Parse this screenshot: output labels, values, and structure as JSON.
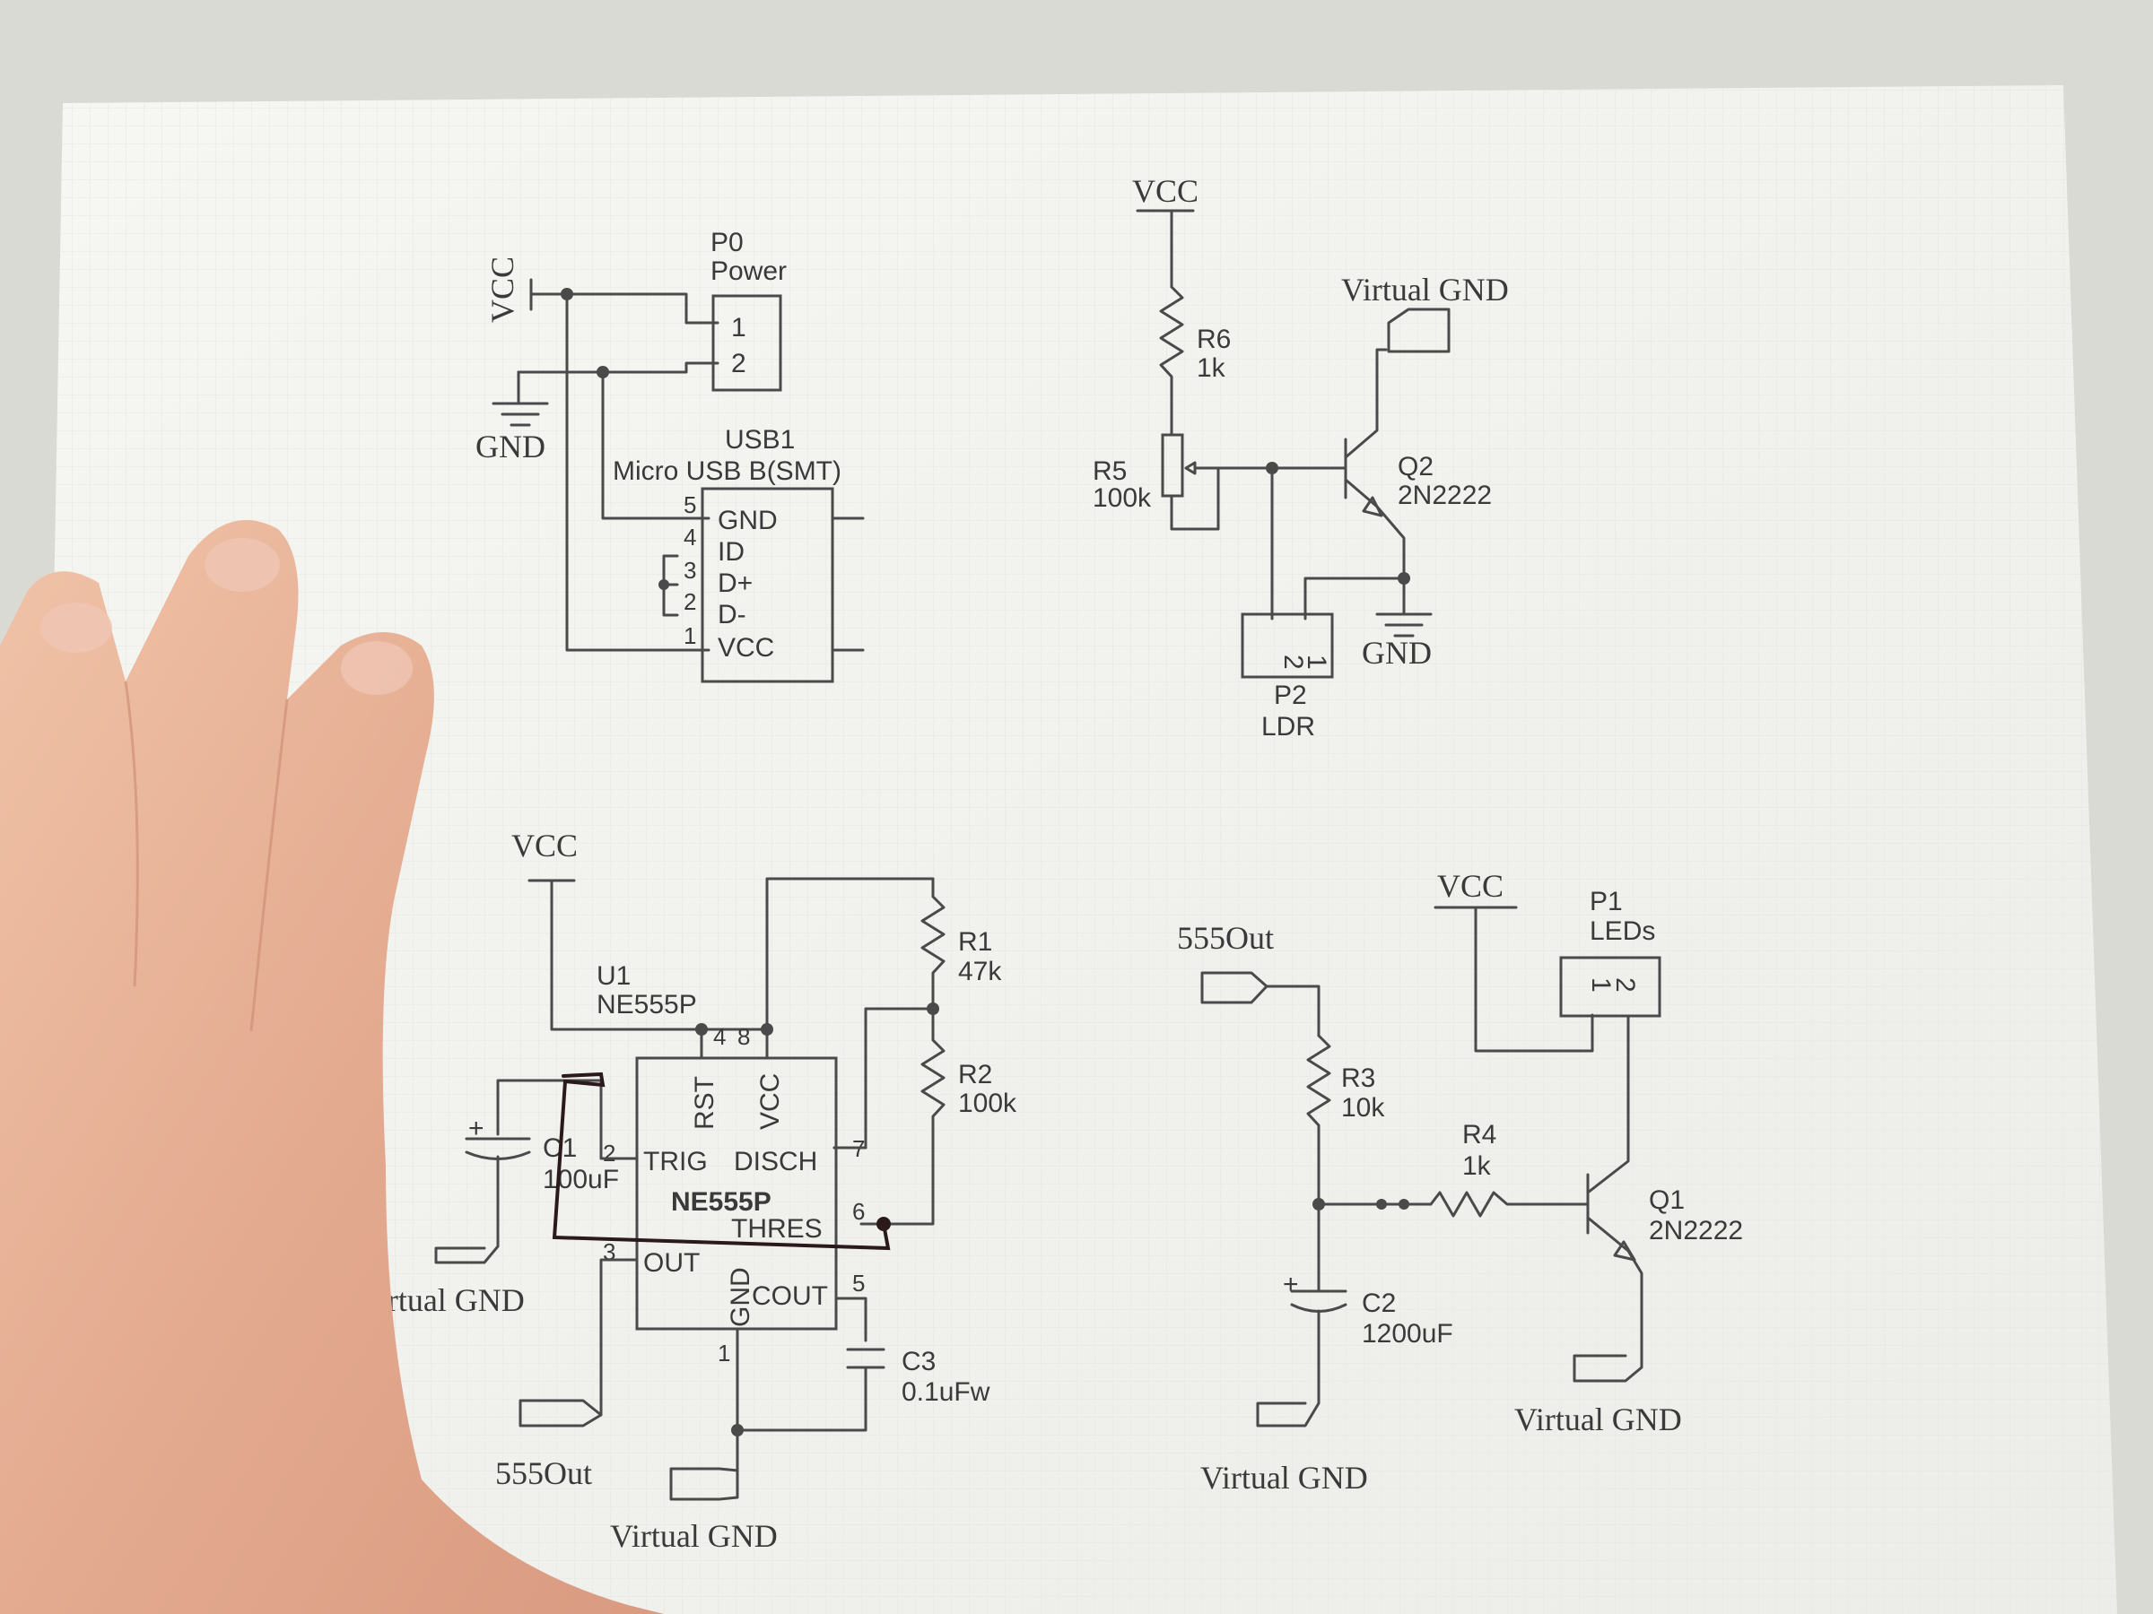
{
  "power_block": {
    "vcc": "VCC",
    "gnd": "GND",
    "p0_ref": "P0",
    "p0_name": "Power",
    "pin1": "1",
    "pin2": "2",
    "usb_ref": "USB1",
    "usb_name": "Micro USB B(SMT)",
    "usb_pins": [
      "GND",
      "ID",
      "D+",
      "D-",
      "VCC"
    ],
    "usb_pin_nums": [
      "5",
      "4",
      "3",
      "2",
      "1"
    ]
  },
  "ldr_block": {
    "vcc": "VCC",
    "virtual_gnd": "Virtual GND",
    "gnd": "GND",
    "r6_ref": "R6",
    "r6_val": "1k",
    "r5_ref": "R5",
    "r5_val": "100k",
    "q2_ref": "Q2",
    "q2_val": "2N2222",
    "p2_ref": "P2",
    "p2_name": "LDR",
    "pin1": "1",
    "pin2": "2"
  },
  "timer_block": {
    "vcc": "VCC",
    "u1_ref": "U1",
    "u1_val": "NE555P",
    "chip_name": "NE555P",
    "pins": {
      "rst": "RST",
      "vcc": "VCC",
      "trig": "TRIG",
      "disch": "DISCH",
      "thres": "THRES",
      "out": "OUT",
      "gnd": "GND",
      "cout": "COUT"
    },
    "pin_nums": {
      "n4": "4",
      "n8": "8",
      "n2": "2",
      "n7": "7",
      "n6": "6",
      "n3": "3",
      "n5": "5",
      "n1": "1"
    },
    "r1_ref": "R1",
    "r1_val": "47k",
    "r2_ref": "R2",
    "r2_val": "100k",
    "c1_ref": "C1",
    "c1_val": "100uF",
    "c3_ref": "C3",
    "c3_val": "0.1uFw",
    "virtual_gnd_left": "Virtual GND",
    "virtual_gnd_bottom": "Virtual GND",
    "out_net": "555Out"
  },
  "led_block": {
    "in_net": "555Out",
    "vcc": "VCC",
    "p1_ref": "P1",
    "p1_name": "LEDs",
    "pin1": "1",
    "pin2": "2",
    "r3_ref": "R3",
    "r3_val": "10k",
    "r4_ref": "R4",
    "r4_val": "1k",
    "c2_ref": "C2",
    "c2_val": "1200uF",
    "q1_ref": "Q1",
    "q1_val": "2N2222",
    "virtual_gnd_left": "Virtual GND",
    "virtual_gnd_right": "Virtual GND"
  },
  "colors": {
    "paper": "#f4f4f0",
    "ink": "#4a4a4a",
    "skin": "#e6b49a",
    "marker": "#2a1a1a"
  }
}
